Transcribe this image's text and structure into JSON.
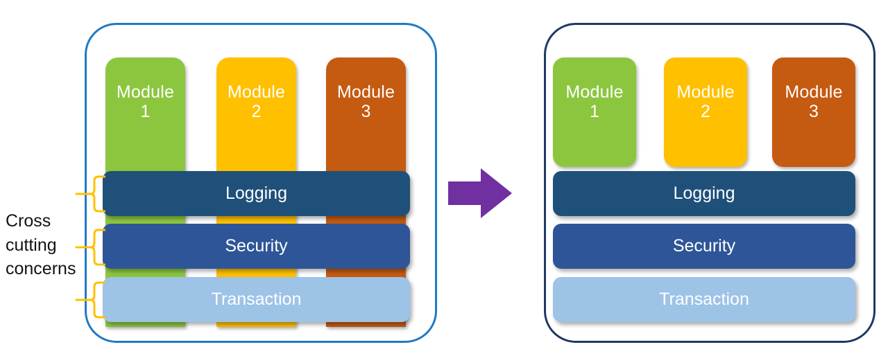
{
  "diagram": {
    "title_text_present": false,
    "colors": {
      "module_1": "#8CC63F",
      "module_2": "#FFC000",
      "module_3": "#C55A11",
      "logging_band": "#1F5079",
      "security_band": "#2E5597",
      "transaction_band": "#9DC3E6",
      "panel_before_border": "#1F7AC4",
      "panel_after_border": "#1F3864",
      "brace": "#FFC000",
      "arrow": "#7030A0",
      "label_text": "#131313",
      "box_text": "#FFFFFF"
    }
  },
  "cross_cutting_label": {
    "line1": "Cross",
    "line2": "cutting",
    "line3": "concerns"
  },
  "panel_before": {
    "name": "before-panel",
    "modules": [
      {
        "name": "Module",
        "number": "1",
        "color": "#8CC63F"
      },
      {
        "name": "Module",
        "number": "2",
        "color": "#FFC000"
      },
      {
        "name": "Module",
        "number": "3",
        "color": "#C55A11"
      }
    ],
    "bands": [
      {
        "label": "Logging",
        "color": "#1F5079"
      },
      {
        "label": "Security",
        "color": "#2E5597"
      },
      {
        "label": "Transaction",
        "color": "#9DC3E6"
      }
    ]
  },
  "panel_after": {
    "name": "after-panel",
    "modules": [
      {
        "name": "Module",
        "number": "1",
        "color": "#8CC63F"
      },
      {
        "name": "Module",
        "number": "2",
        "color": "#FFC000"
      },
      {
        "name": "Module",
        "number": "3",
        "color": "#C55A11"
      }
    ],
    "bands": [
      {
        "label": "Logging",
        "color": "#1F5079"
      },
      {
        "label": "Security",
        "color": "#2E5597"
      },
      {
        "label": "Transaction",
        "color": "#9DC3E6"
      }
    ]
  },
  "arrow": {
    "direction": "right",
    "color": "#7030A0"
  }
}
